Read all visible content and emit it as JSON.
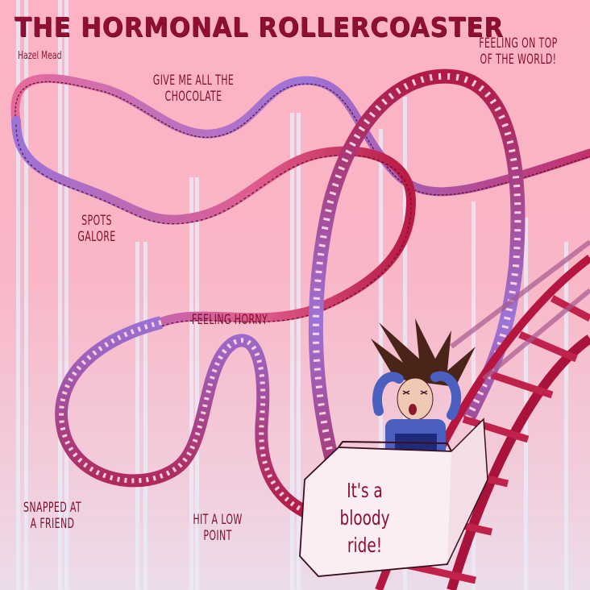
{
  "title": "THE HORMONAL ROLLERCOASTER",
  "author": "Hazel Mead",
  "labels": {
    "top_of_world": [
      "FEELING ON TOP",
      "OF THE WORLD!"
    ],
    "chocolate": [
      "GIVE ME ALL THE",
      "CHOCOLATE"
    ],
    "spots": [
      "SPOTS",
      "GALORE"
    ],
    "horny": [
      "FEELING HORNY"
    ],
    "snapped": [
      "SNAPPED AT",
      "A FRIEND"
    ],
    "low_point": [
      "HIT A LOW",
      "POINT"
    ]
  },
  "cart": {
    "line1": "It's a",
    "line2": "bloody ride!"
  },
  "colors": {
    "background": "#fdb3c3",
    "title": "#8e0f32",
    "track_red": "#b3173d",
    "track_pink": "#e8628a",
    "track_purple": "#9a6fd8",
    "shirt": "#4a5fc0",
    "hair": "#4a2418"
  }
}
